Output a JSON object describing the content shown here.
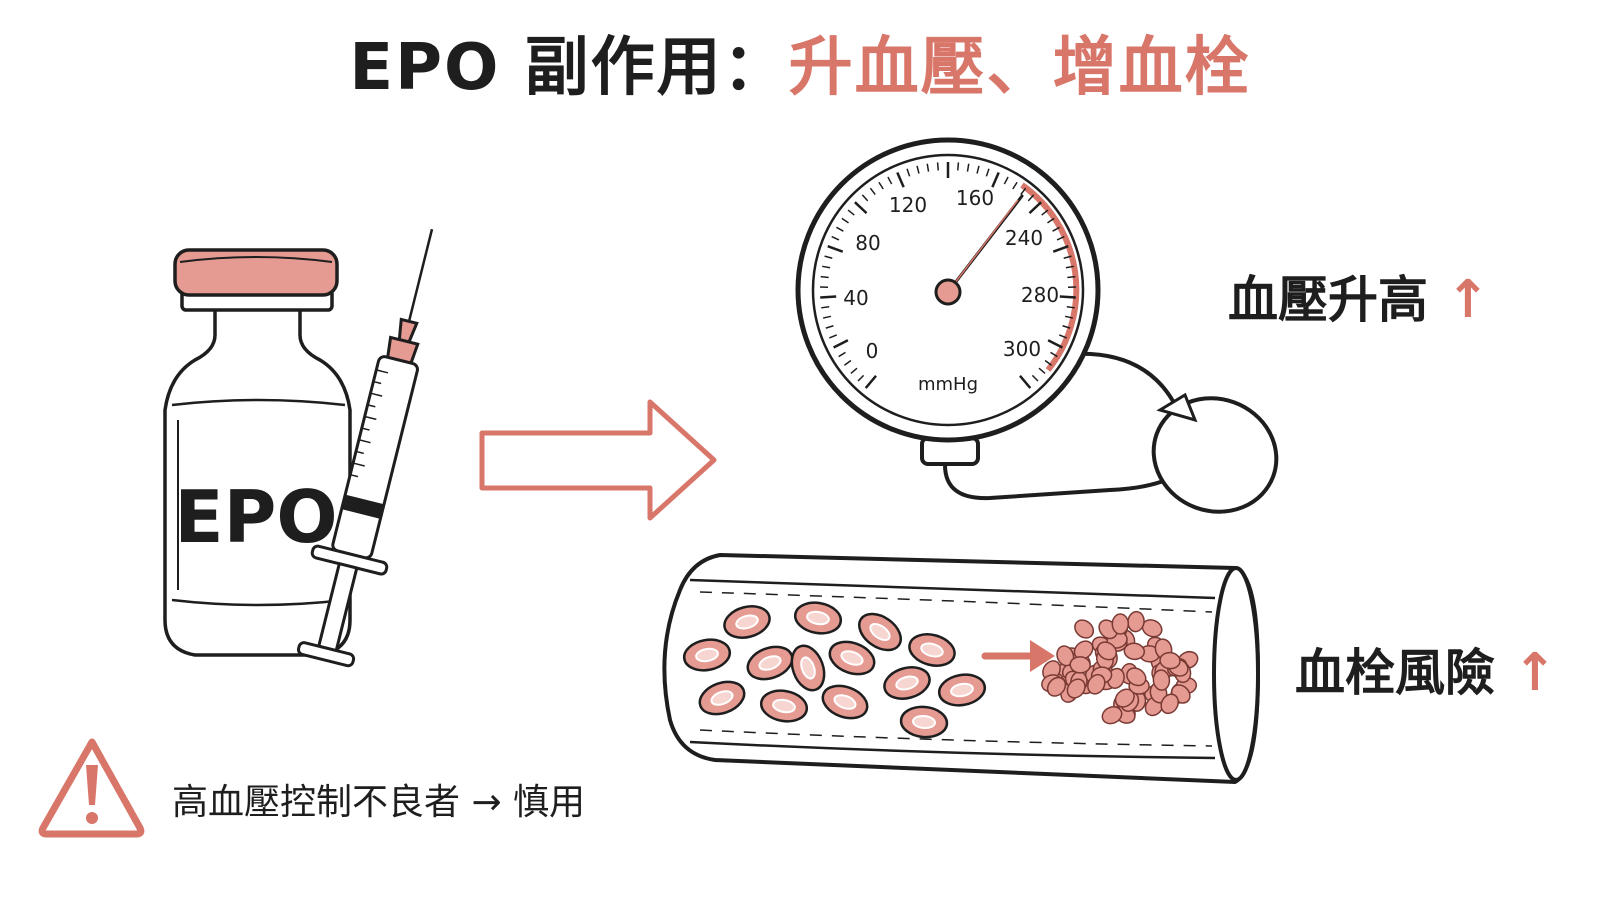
{
  "title": {
    "prefix": "EPO 副作用：",
    "highlight": "升血壓、增血栓",
    "accent_color": "#d9766a"
  },
  "vial": {
    "label": "EPO"
  },
  "gauge": {
    "tick_labels": [
      "0",
      "40",
      "80",
      "120",
      "160",
      "240",
      "280",
      "300"
    ],
    "unit": "mmHg"
  },
  "effects": [
    {
      "text": "血壓升高",
      "indicator": "↑"
    },
    {
      "text": "血栓風險",
      "indicator": "↑"
    }
  ],
  "warning": {
    "icon": "warning-triangle-icon",
    "text": "高血壓控制不良者 → 慎用"
  }
}
